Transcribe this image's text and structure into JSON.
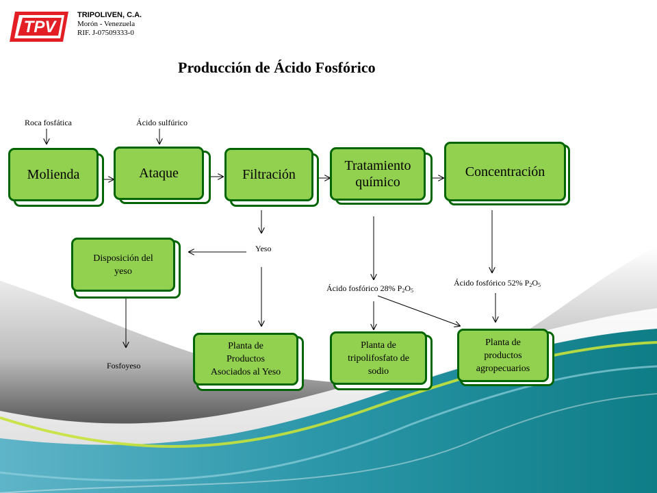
{
  "company": {
    "name": "TRIPOLIVEN,  C.A.",
    "location": "Morón - Venezuela",
    "rif": "RIF. J-07509333-0",
    "logo_text": "TPV",
    "logo_color": "#e31e24"
  },
  "title": "Producción de Ácido Fosfórico",
  "inputs": {
    "roca": "Roca fosfática",
    "acido_sulfurico": "Ácido sulfúrico"
  },
  "steps": {
    "molienda": "Molienda",
    "ataque": "Ataque",
    "filtracion": "Filtración",
    "tratamiento_line1": "Tratamiento",
    "tratamiento_line2": "químico",
    "concentracion": "Concentración"
  },
  "intermediates": {
    "yeso": "Yeso",
    "acido28_prefix": "Ácido fosfórico 28% P",
    "acido52_prefix": "Ácido fosfórico 52% P",
    "subscript_p": "2",
    "o": "O",
    "subscript_o": "5",
    "fosfoyeso": "Fosfoyeso"
  },
  "destinations": {
    "disposicion_line1": "Disposición del",
    "disposicion_line2": "yeso",
    "planta_yeso_line1": "Planta de",
    "planta_yeso_line2": "Productos",
    "planta_yeso_line3": "Asociados al Yeso",
    "planta_tripoli_line1": "Planta de",
    "planta_tripoli_line2": "tripolifosfato de",
    "planta_tripoli_line3": "sodio",
    "planta_agro_line1": "Planta de",
    "planta_agro_line2": "productos",
    "planta_agro_line3": "agropecuarios"
  },
  "colors": {
    "box_fill": "#92d050",
    "box_border": "#006400",
    "teal": "#1a8a95"
  }
}
